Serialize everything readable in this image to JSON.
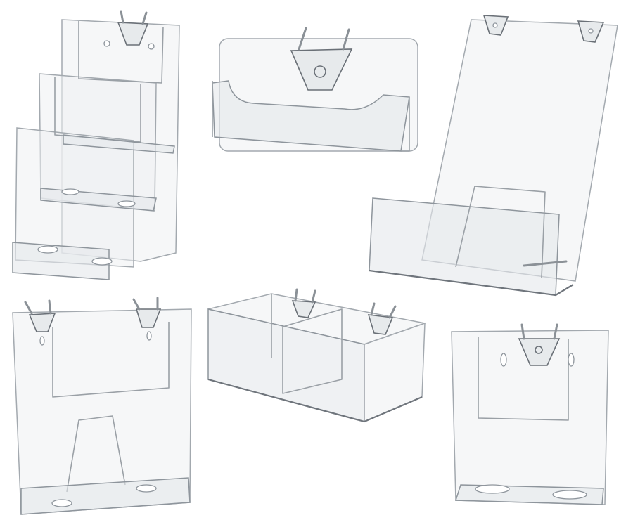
{
  "image": {
    "background": "#ffffff",
    "subject_color": "#9aa0a6",
    "objects": [
      "tiered-brochure-holder",
      "business-card-holder",
      "slanted-sign-holder",
      "wall-brochure-pocket",
      "two-compartment-bin",
      "small-wall-pocket"
    ]
  }
}
